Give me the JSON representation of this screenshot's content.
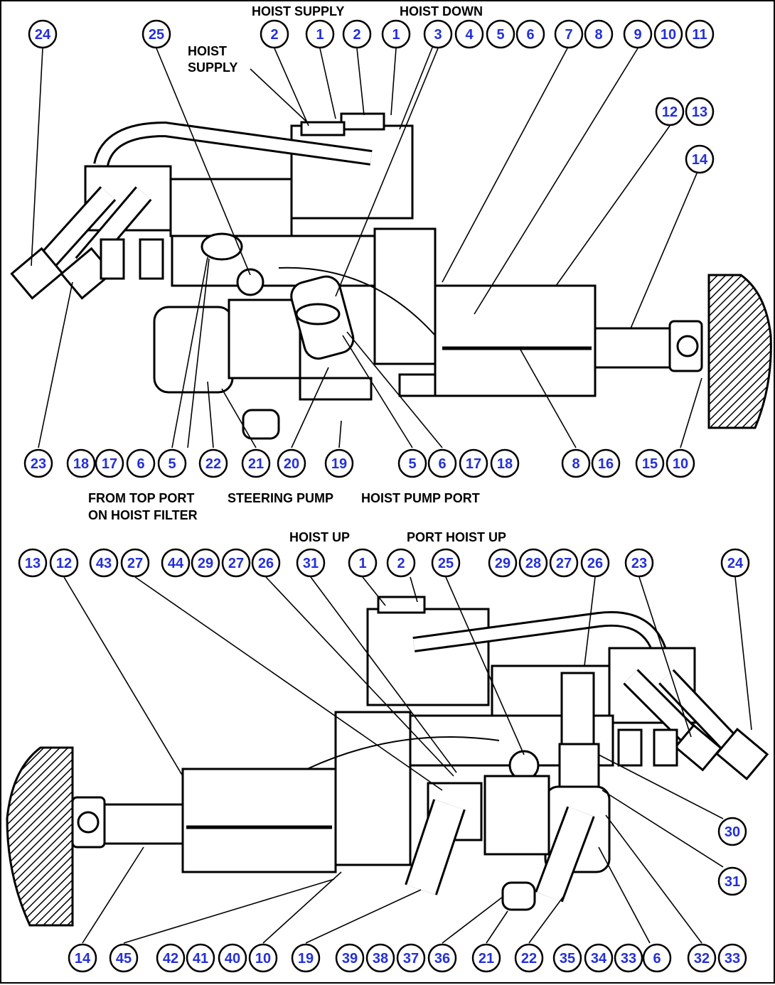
{
  "accent_color": "#2230d8",
  "callouts_top_row": [
    "24",
    "25",
    "2",
    "1",
    "2",
    "1",
    "3",
    "4",
    "5",
    "6",
    "7",
    "8",
    "9",
    "10",
    "11"
  ],
  "callouts_top_right": [
    "12",
    "13",
    "14"
  ],
  "callouts_top_bottom": [
    "23",
    "18",
    "17",
    "6",
    "5",
    "22",
    "21",
    "20",
    "19",
    "5",
    "6",
    "17",
    "18",
    "8",
    "16",
    "15",
    "10"
  ],
  "labels_top": {
    "hoist_supply_top": "HOIST SUPPLY",
    "hoist_down": "HOIST DOWN",
    "hoist_supply_line1": "HOIST",
    "hoist_supply_line2": "SUPPLY",
    "from_top_port_line1": "FROM TOP PORT",
    "from_top_port_line2": "ON HOIST FILTER",
    "steering_pump": "STEERING PUMP",
    "hoist_pump_port": "HOIST PUMP PORT"
  },
  "callouts_bottom_row": [
    "13",
    "12",
    "43",
    "27",
    "44",
    "29",
    "27",
    "26",
    "31",
    "1",
    "2",
    "25",
    "29",
    "28",
    "27",
    "26",
    "23",
    "24"
  ],
  "callouts_bottom_right": [
    "30",
    "31"
  ],
  "callouts_bottom_bottom": [
    "14",
    "45",
    "42",
    "41",
    "40",
    "10",
    "19",
    "39",
    "38",
    "37",
    "36",
    "21",
    "22",
    "35",
    "34",
    "33",
    "6",
    "32",
    "33"
  ],
  "labels_bottom": {
    "hoist_up": "HOIST UP",
    "port_hoist_up": "PORT HOIST UP"
  }
}
